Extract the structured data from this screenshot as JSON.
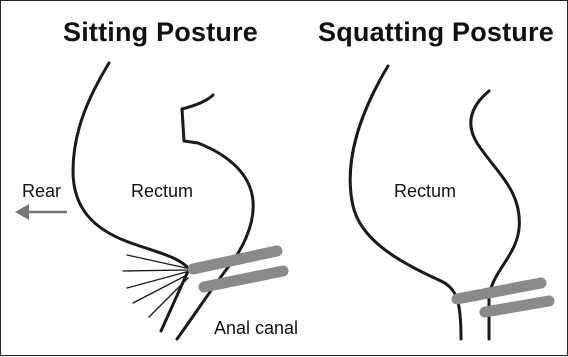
{
  "titles": {
    "left": "Sitting Posture",
    "right": "Squatting Posture"
  },
  "labels": {
    "rectum_left": "Rectum",
    "rectum_right": "Rectum",
    "rear": "Rear",
    "anal_canal": "Anal canal"
  },
  "colors": {
    "outline": "#1a1a1a",
    "muscle_band": "#8a8a8a",
    "arrow": "#777777"
  }
}
